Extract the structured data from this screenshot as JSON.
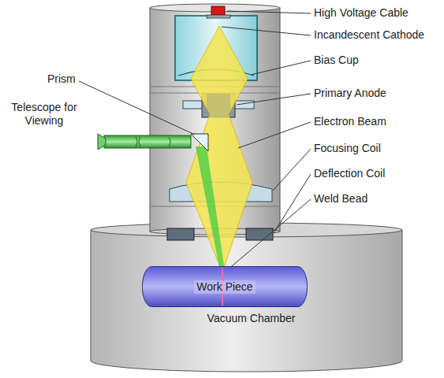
{
  "diagram": {
    "nodes": [
      {
        "text": [
          "Vacuum Chamber"
        ]
      },
      {
        "text": [
          "Work Piece"
        ],
        "in": 0
      }
    ],
    "labels": [
      "High Voltage Cable",
      "Incandescent Cathode",
      "Bias Cup",
      "Primary Anode",
      "Electron Beam",
      "Focusing Coil",
      "Deflection Coil",
      "Weld Bead",
      "Prism",
      "Telescope for Viewing"
    ]
  }
}
